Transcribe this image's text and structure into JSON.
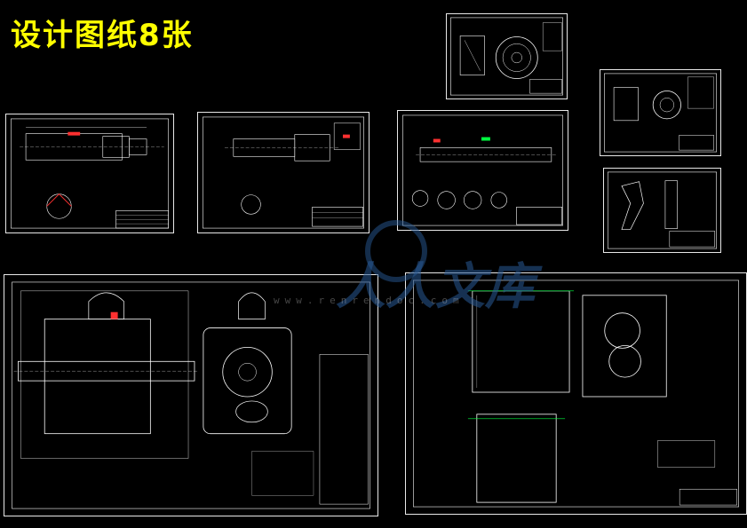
{
  "title": "设计图纸8张",
  "watermark": {
    "brand": "人人文库",
    "url": "www.renrendoc.com"
  },
  "sheets": [
    {
      "id": "drawing-1"
    },
    {
      "id": "drawing-2"
    },
    {
      "id": "drawing-3"
    },
    {
      "id": "drawing-4"
    },
    {
      "id": "drawing-5"
    },
    {
      "id": "drawing-6"
    },
    {
      "id": "drawing-7"
    },
    {
      "id": "drawing-8"
    }
  ],
  "colors": {
    "background": "#000000",
    "title": "#ffff00",
    "line": "#ffffff",
    "accent_red": "#ff3030",
    "accent_green": "#00ff40",
    "watermark": "#2c5a96"
  }
}
